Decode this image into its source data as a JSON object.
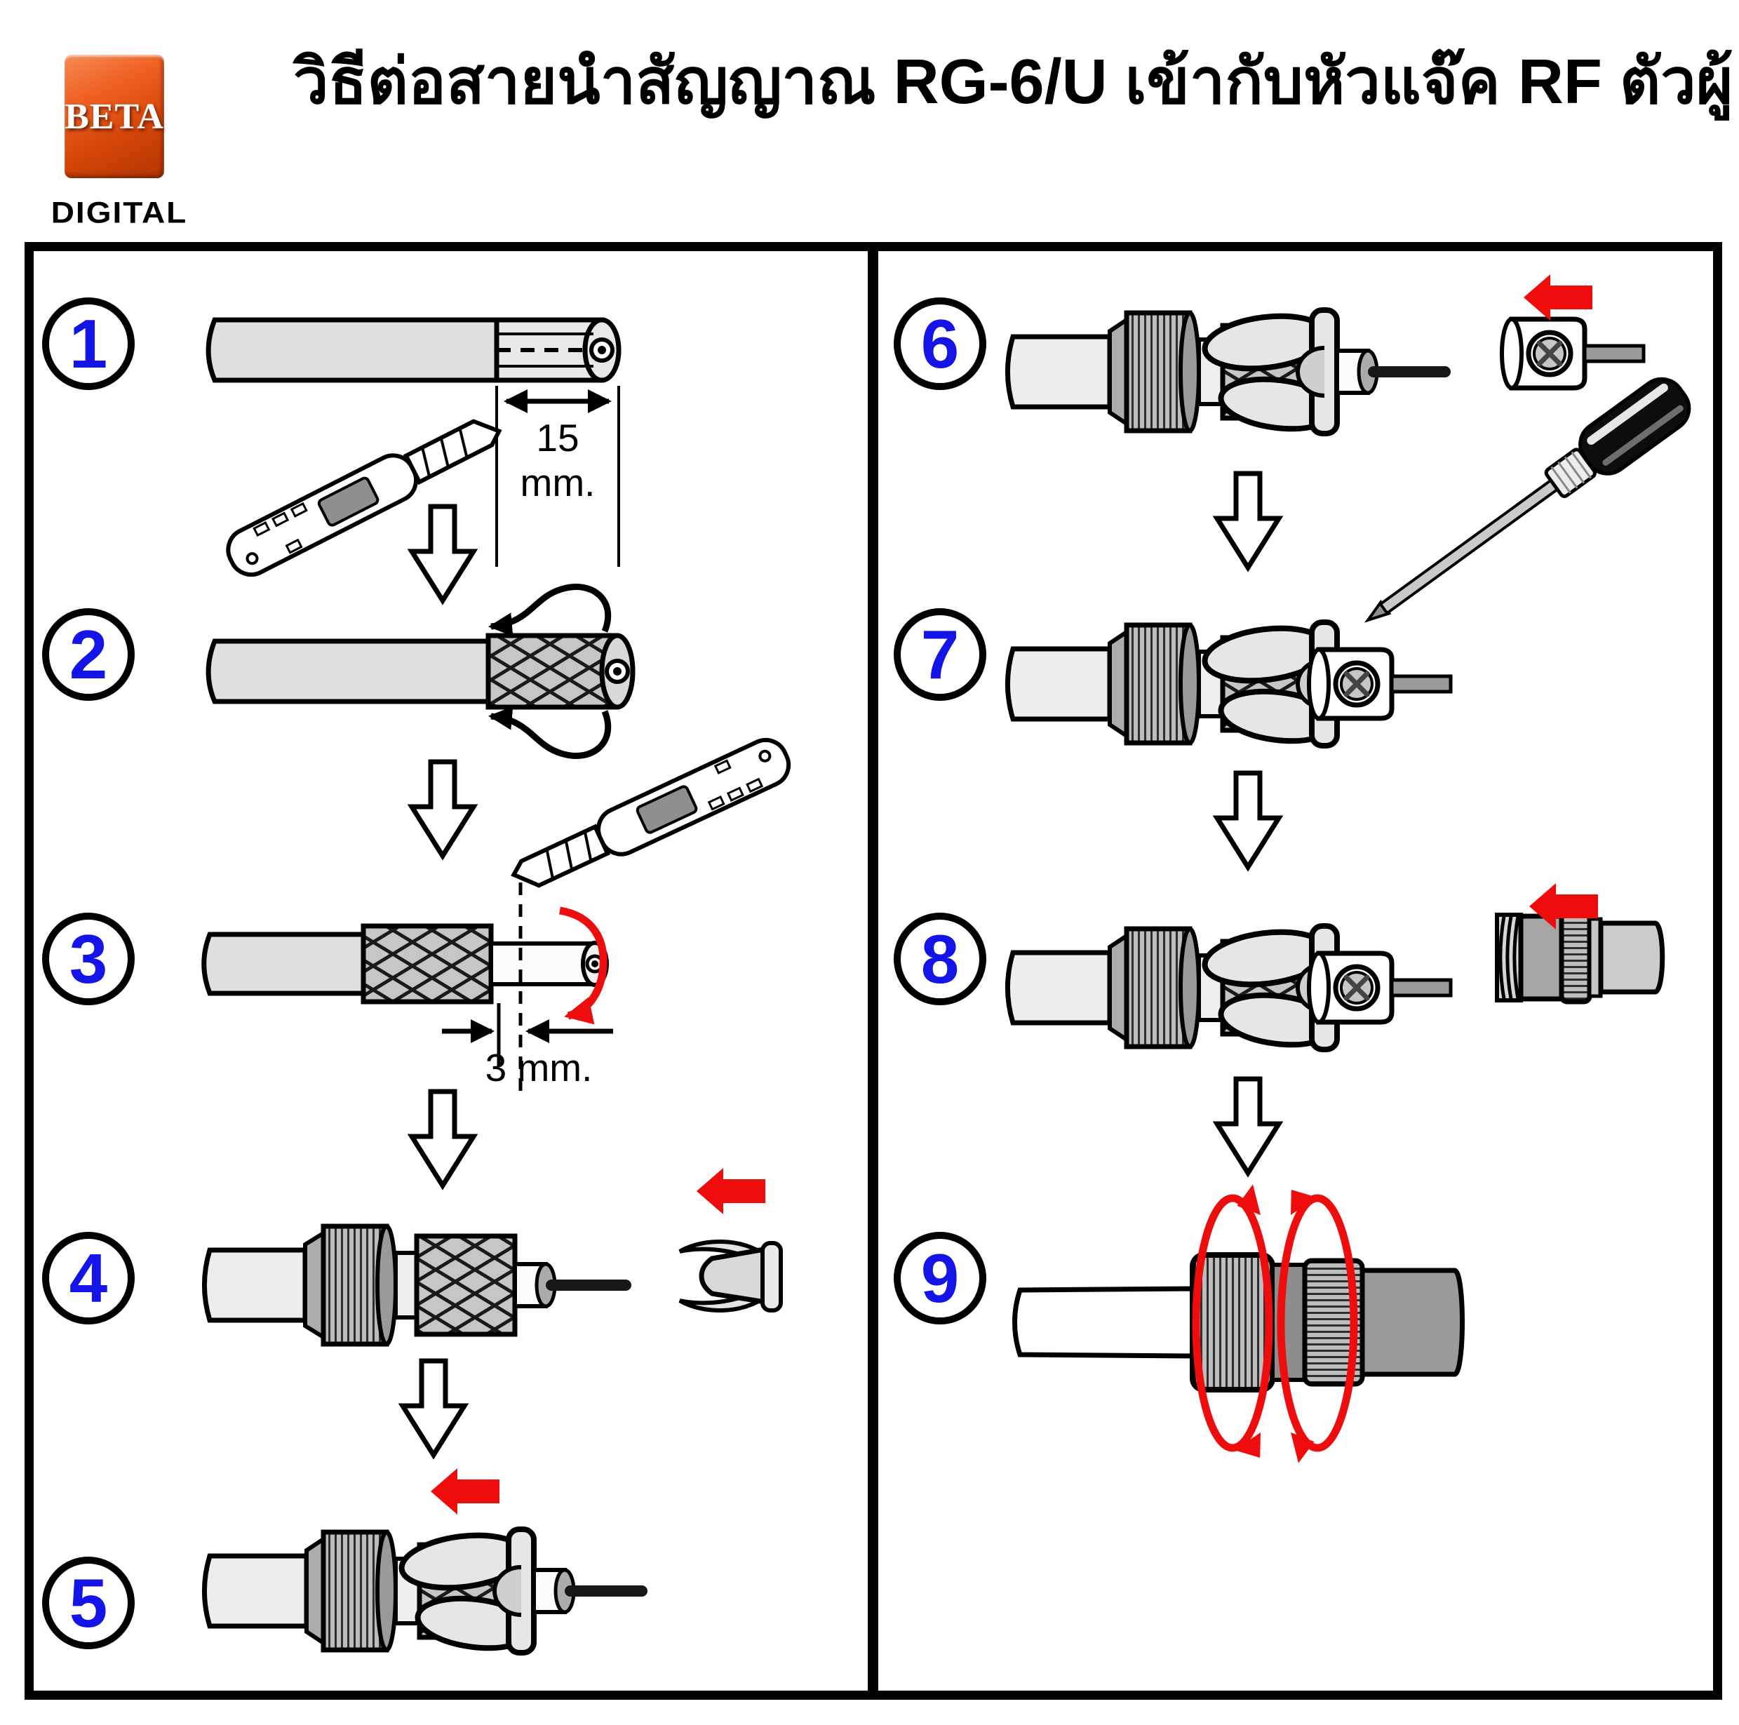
{
  "header": {
    "logo": {
      "brand": "BETA",
      "subtitle": "DIGITAL"
    },
    "title": "วิธีต่อสายนำสัญญาณ RG-6/U เข้ากับหัวแจ๊ค RF ตัวผู้"
  },
  "diagram": {
    "labels": {
      "dim15": "15 mm.",
      "dim3": "3 mm."
    },
    "steps": {
      "s1": "1",
      "s2": "2",
      "s3": "3",
      "s4": "4",
      "s5": "5",
      "s6": "6",
      "s7": "7",
      "s8": "8",
      "s9": "9"
    },
    "icon_names": [
      "coax-cable-icon",
      "utility-knife-icon",
      "braid-shield-icon",
      "fold-back-arrow-icon",
      "down-arrow-icon",
      "red-left-arrow-icon",
      "claw-clamp-icon",
      "center-pin-block-icon",
      "phillips-screw-icon",
      "screwdriver-icon",
      "connector-shell-icon",
      "rotate-arrow-icon"
    ]
  },
  "colors": {
    "step_number_blue": "#1414E8",
    "arrow_red": "#EE0C0C",
    "outline_black": "#000000",
    "logo_orange": "#E04E12",
    "cable_gray": "#DFDFDF"
  }
}
